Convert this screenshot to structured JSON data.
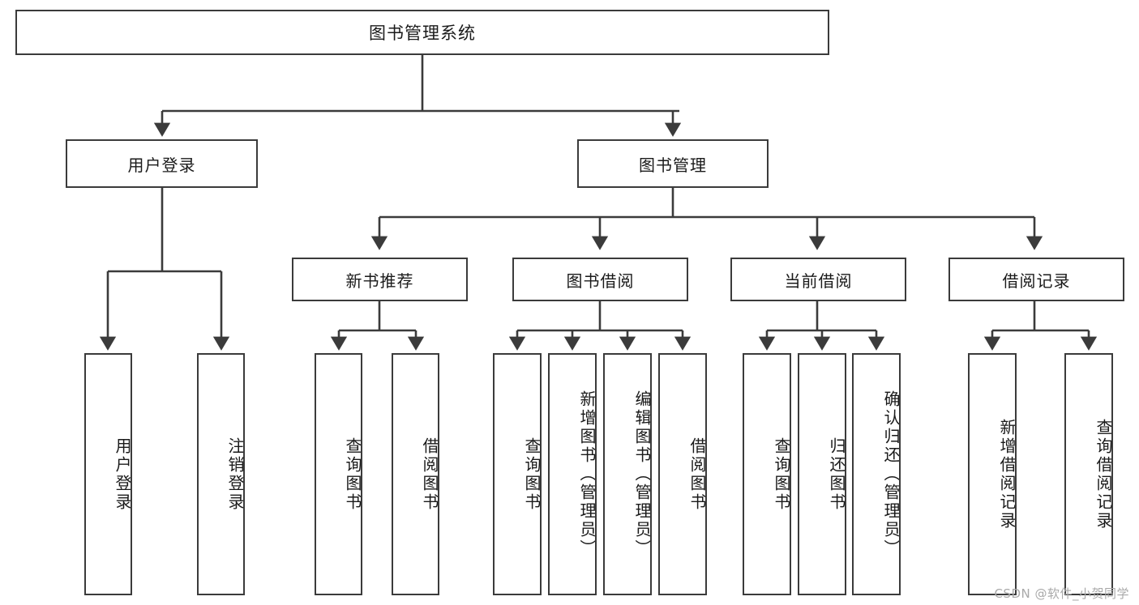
{
  "diagram": {
    "title": "图书管理系统",
    "watermark": "CSDN @软件_小贺同学",
    "root": {
      "label": "图书管理系统"
    },
    "level1": [
      {
        "label": "用户登录"
      },
      {
        "label": "图书管理"
      }
    ],
    "level2": [
      {
        "label": "新书推荐"
      },
      {
        "label": "图书借阅"
      },
      {
        "label": "当前借阅"
      },
      {
        "label": "借阅记录"
      }
    ],
    "leaves": {
      "user_login": [
        {
          "label": "用户登录"
        },
        {
          "label": "注销登录"
        }
      ],
      "new_book_recommend": [
        {
          "label": "查询图书"
        },
        {
          "label": "借阅图书"
        }
      ],
      "book_borrow": [
        {
          "label": "查询图书"
        },
        {
          "label": "新增图书（管理员）"
        },
        {
          "label": "编辑图书（管理员）"
        },
        {
          "label": "借阅图书"
        }
      ],
      "current_borrow": [
        {
          "label": "查询图书"
        },
        {
          "label": "归还图书"
        },
        {
          "label": "确认归还（管理员）"
        }
      ],
      "borrow_record": [
        {
          "label": "新增借阅记录"
        },
        {
          "label": "查询借阅记录"
        }
      ]
    },
    "colors": {
      "stroke": "#3b3b3b",
      "background": "#ffffff",
      "text": "#1a1a1a",
      "watermark": "#a9a9a9"
    }
  }
}
